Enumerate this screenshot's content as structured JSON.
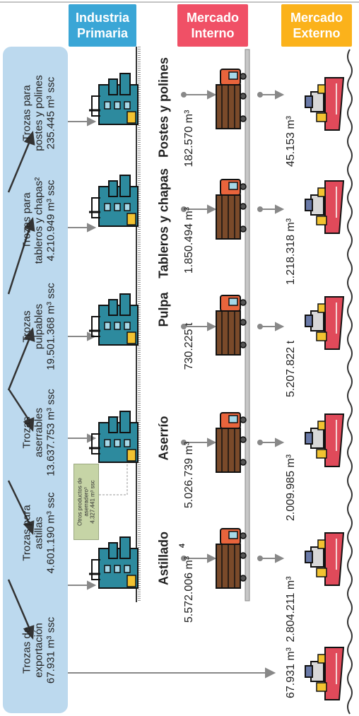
{
  "headers": {
    "primaria": {
      "line1": "Industria",
      "line2": "Primaria",
      "color": "#3aa6d6"
    },
    "interno": {
      "line1": "Mercado",
      "line2": "Interno",
      "color": "#f05066"
    },
    "externo": {
      "line1": "Mercado",
      "line2": "Externo",
      "color": "#fbb21b"
    }
  },
  "sources": [
    {
      "line1": "Trozas para",
      "line2": "postes y polines",
      "line3": "235.445 m³ ssc"
    },
    {
      "line1": "Trozas para",
      "line2": "tableros y chapas²",
      "line3": "4.210.949 m³ ssc"
    },
    {
      "line1": "Trozas",
      "line2": "pulpables",
      "line3": "19.501.368 m³ ssc"
    },
    {
      "line1": "Trozas",
      "line2": "aserrables",
      "line3": "13.637.753 m³ ssc"
    },
    {
      "line1": "Trozas para",
      "line2": "astillas",
      "line3": "4.601.190 m³ ssc"
    },
    {
      "line1": "Trozas de",
      "line2": "exportación",
      "line3": "67.931 m³ ssc"
    }
  ],
  "segments": [
    {
      "label": "Postes y polines",
      "interno": "182.570 m³",
      "externo": "45.153 m³"
    },
    {
      "label": "Tableros y chapas",
      "interno": "1.850.494 m³",
      "externo": "1.218.318 m³"
    },
    {
      "label": "Pulpa",
      "interno": "730.225 t",
      "externo": "5.207.822 t"
    },
    {
      "label": "Aserrío",
      "interno": "5.026.739 m³",
      "externo": "2.009.985 m³"
    },
    {
      "label": "Astillado",
      "interno": "5.572.006 m³",
      "interno_sup": "4",
      "externo": "2.804.211 m³"
    }
  ],
  "export_value": "67.931 m³",
  "note": {
    "line1": "Otros productos de",
    "line2": "aserradero³",
    "line3": "4.327.441 m³ ssc"
  },
  "colors": {
    "sidebar": "#bcd9ee",
    "factory": "#2d8a9e",
    "truck_cab": "#e8643c",
    "logs": "#7a4a2a",
    "ship": "#e04a5a"
  }
}
